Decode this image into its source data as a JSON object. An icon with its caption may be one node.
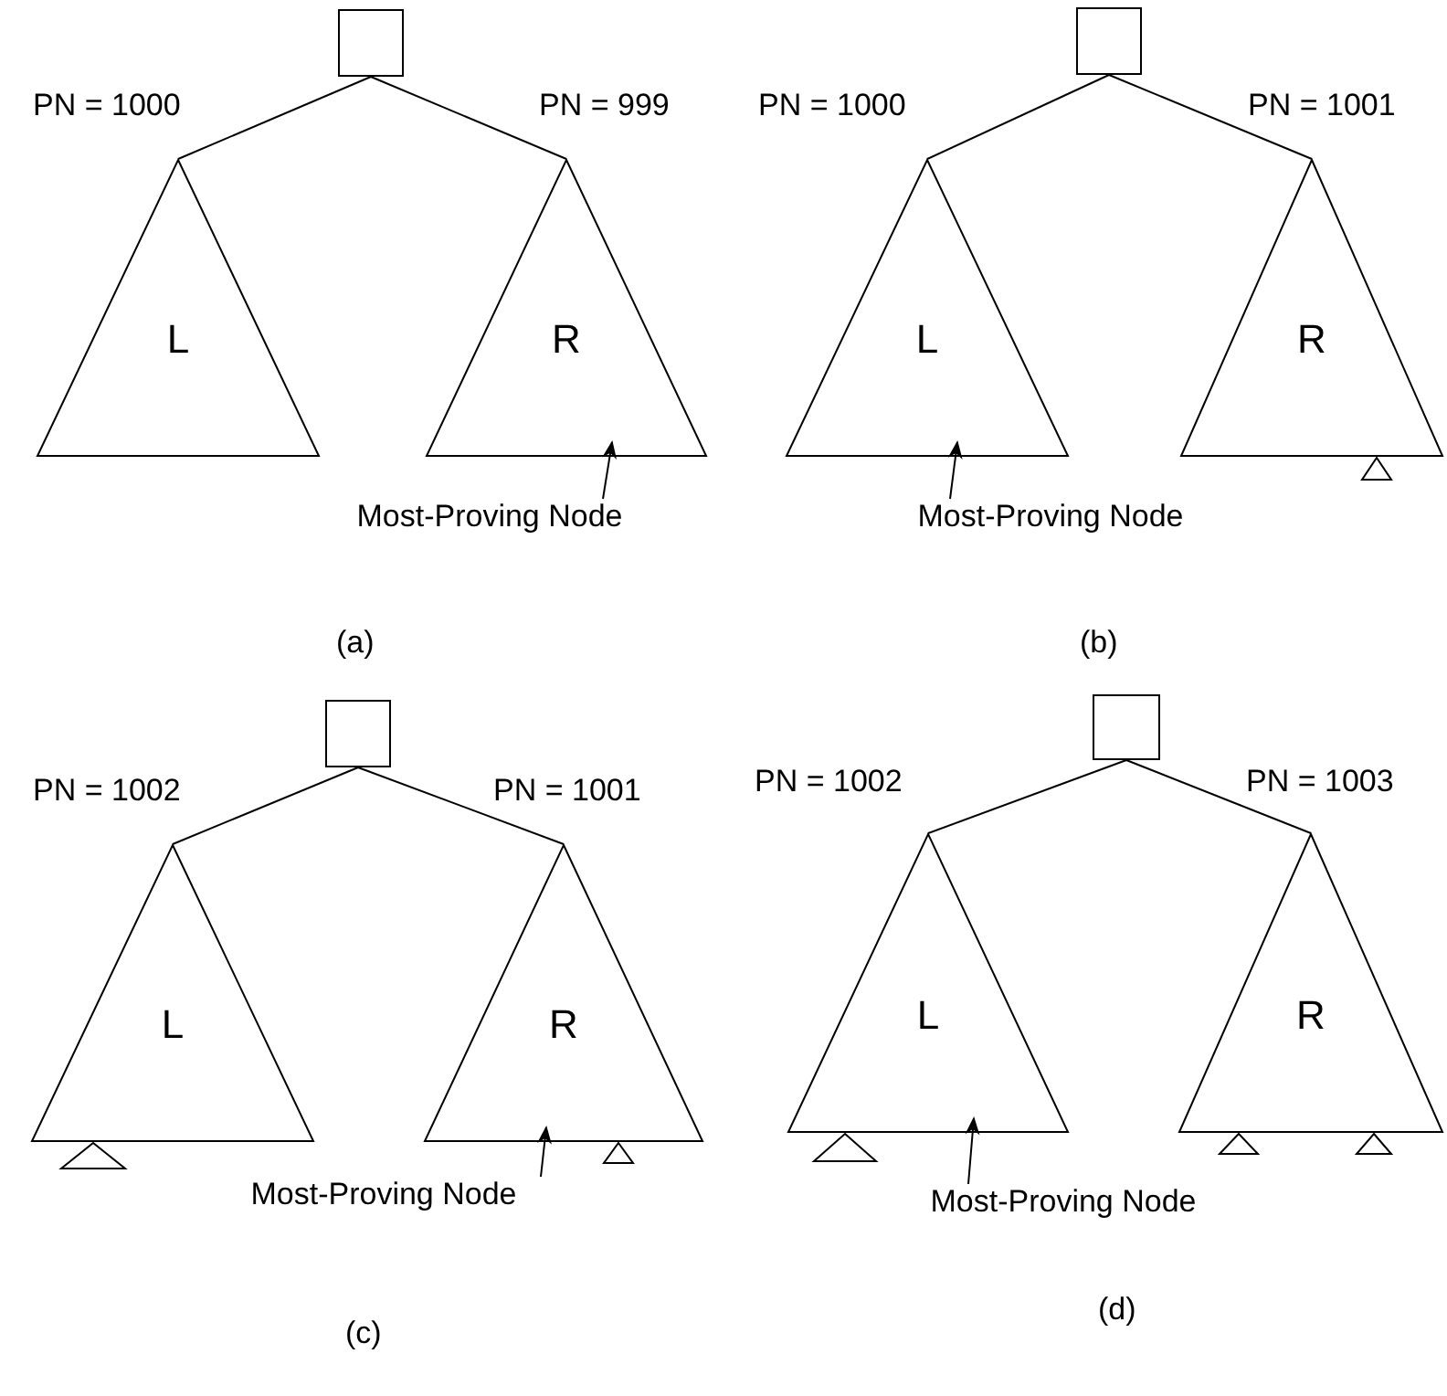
{
  "diagram": {
    "nodes": [
      {
        "text": [],
        "shape": "box"
      },
      {
        "text": [
          "L"
        ]
      },
      {
        "text": [
          "R"
        ]
      },
      {
        "text": [
          "Most-Proving Node"
        ]
      },
      {
        "text": [],
        "shape": "box"
      },
      {
        "text": [
          "L"
        ]
      },
      {
        "text": [
          "R"
        ]
      },
      {
        "text": [],
        "shape": "triangle"
      },
      {
        "text": [
          "Most-Proving Node"
        ]
      },
      {
        "text": [],
        "shape": "box"
      },
      {
        "text": [
          "L"
        ]
      },
      {
        "text": [
          "R"
        ]
      },
      {
        "text": [],
        "shape": "triangle"
      },
      {
        "text": [],
        "shape": "triangle"
      },
      {
        "text": [
          "Most-Proving Node"
        ]
      },
      {
        "text": [],
        "shape": "box"
      },
      {
        "text": [
          "L"
        ]
      },
      {
        "text": [
          "R"
        ]
      },
      {
        "text": [],
        "shape": "triangle"
      },
      {
        "text": [],
        "shape": "triangle"
      },
      {
        "text": [],
        "shape": "triangle"
      },
      {
        "text": [
          "Most-Proving Node"
        ]
      }
    ],
    "edges": [
      {
        "from": 0,
        "to": 1,
        "arrow": "none",
        "label": "PN = 1000"
      },
      {
        "from": 0,
        "to": 2,
        "arrow": "none",
        "label": "PN = 999"
      },
      {
        "from": 3,
        "to": 2,
        "arrow": "to"
      },
      {
        "from": 4,
        "to": 5,
        "arrow": "none",
        "label": "PN = 1000"
      },
      {
        "from": 4,
        "to": 6,
        "arrow": "none",
        "label": "PN = 1001"
      },
      {
        "from": 8,
        "to": 5,
        "arrow": "to"
      },
      {
        "from": 9,
        "to": 10,
        "arrow": "none",
        "label": "PN = 1002"
      },
      {
        "from": 9,
        "to": 11,
        "arrow": "none",
        "label": "PN = 1001"
      },
      {
        "from": 14,
        "to": 11,
        "arrow": "to"
      },
      {
        "from": 15,
        "to": 16,
        "arrow": "none",
        "label": "PN = 1002"
      },
      {
        "from": 15,
        "to": 17,
        "arrow": "none",
        "label": "PN = 1003"
      },
      {
        "from": 21,
        "to": 16,
        "arrow": "to"
      }
    ],
    "labels": [
      "(a)",
      "(b)",
      "(c)",
      "(d)"
    ]
  }
}
